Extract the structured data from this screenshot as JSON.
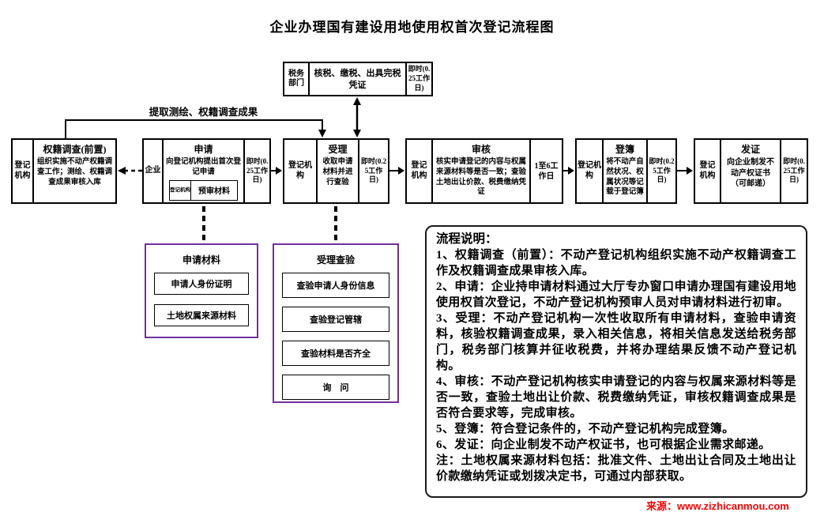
{
  "title": "企业办理国有建设用地使用权首次登记流程图",
  "flow": {
    "extract_label": "提取测绘、权籍调查成果",
    "tax": {
      "actor": "税务部门",
      "body": "核税、缴税、出具完税凭证",
      "time": "即时(0.25工作日)"
    },
    "steps": [
      {
        "actor": "登记机构",
        "title": "权籍调查(前置)",
        "body": "组织实施不动产权籍调查工作；测绘、权籍调查成果审核入库"
      },
      {
        "actor": "企业",
        "title": "申请",
        "body": "向登记机构提出首次登记申请",
        "sub_actor": "登记机构",
        "sub_body": "预审材料",
        "time": "即时(0.25工作日)"
      },
      {
        "actor": "登记机构",
        "title": "受理",
        "body": "收取申请材料并进行查验",
        "time": "即时(0.25工作日)"
      },
      {
        "actor": "登记机构",
        "title": "审核",
        "body": "核实申请登记的内容与权属来源材料等是否一致；查验土地出让价款、税费缴纳凭证",
        "time": "1至6工作日"
      },
      {
        "actor": "登记机构",
        "title": "登簿",
        "body": "将不动产自然状况、权属状况等记载于登记簿",
        "time": "即时(0.25工作日)"
      },
      {
        "actor": "登记机构",
        "title": "发证",
        "body": "向企业制发不动产权证书（可邮递）",
        "time": "即时(0.25工作日)"
      }
    ]
  },
  "application_materials": {
    "title": "申请材料",
    "items": [
      "申请人身份证明",
      "土地权属来源材料"
    ]
  },
  "acceptance_checks": {
    "title": "受理查验",
    "items": [
      "查验申请人身份信息",
      "查验登记管辖",
      "查验材料是否齐全",
      "询　问"
    ]
  },
  "notes": {
    "title": "流程说明：",
    "items": [
      "1、权籍调查（前置）：不动产登记机构组织实施不动产权籍调查工作及权籍调查成果审核入库。",
      "2、申请：企业持申请材料通过大厅专办窗口申请办理国有建设用地使用权首次登记，不动产登记机构预审人员对申请材料进行初审。",
      "3、受理：不动产登记机构一次性收取所有申请材料，查验申请资料，核验权籍调查成果，录入相关信息，将相关信息发送给税务部门，税务部门核算并征收税费，并将办理结果反馈不动产登记机构。",
      "4、审核：不动产登记机构核实申请登记的内容与权属来源材料等是否一致，查验土地出让价款、税费缴纳凭证，审核权籍调查成果是否符合要求等，完成审核。",
      "5、登簿：符合登记条件的，不动产登记机构完成登簿。",
      "6、发证：向企业制发不动产权证书，也可根据企业需求邮递。",
      "注：土地权属来源材料包括：批准文件、土地出让合同及土地出让价款缴纳凭证或划拨决定书，可通过内部获取。"
    ]
  },
  "source": {
    "text": "来源：www.zizhicanmou.com"
  },
  "colors": {
    "purple": "#7030a0",
    "line": "#000000",
    "red": "#ff0000"
  }
}
